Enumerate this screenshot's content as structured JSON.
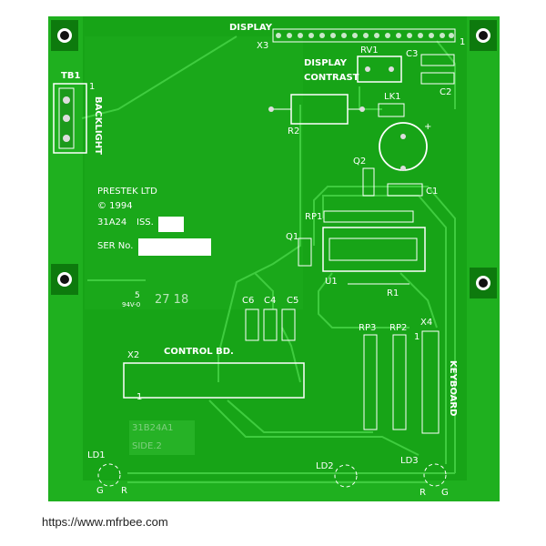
{
  "board": {
    "label_display": "DISPLAY",
    "label_x3": "X3",
    "label_pin1_top": "1",
    "label_tb1": "TB1",
    "label_pin1_tb": "1",
    "label_backlight": "BACKLIGHT",
    "label_display_contrast_1": "DISPLAY",
    "label_display_contrast_2": "CONTRAST",
    "label_rv1": "RV1",
    "label_c3": "C3",
    "label_c2": "C2",
    "label_lk1": "LK1",
    "label_r2": "R2",
    "label_plus": "+",
    "label_q2": "Q2",
    "label_c1": "C1",
    "label_prestek": "PRESTEK LTD",
    "label_copyright": "© 1994",
    "label_partno": "31A24",
    "label_iss": "ISS.",
    "label_ser": "SER No.",
    "label_rp1": "RP1",
    "label_q1": "Q1",
    "label_u1": "U1",
    "label_r1": "R1",
    "label_ul": "5",
    "label_94v": "94V-0",
    "label_date": "27 18",
    "label_c6": "C6",
    "label_c4": "C4",
    "label_c5": "C5",
    "label_rp3": "RP3",
    "label_rp2": "RP2",
    "label_x4": "X4",
    "label_pin1_x4": "1",
    "label_keyboard": "KEYBOARD",
    "label_x2": "X2",
    "label_control": "CONTROL BD.",
    "label_pin1_x2": "1",
    "label_31b24": "31B24A1",
    "label_side": "SIDE.2",
    "label_ld1": "LD1",
    "label_ld2": "LD2",
    "label_ld3": "LD3",
    "label_g_left": "G",
    "label_r_left": "R",
    "label_r_right": "R",
    "label_g_right": "G"
  },
  "watermark": "https://www.mfrbee.com",
  "colors": {
    "board": "#16a316",
    "copper": "#2bb82b",
    "trace": "#4ad04a",
    "silk": "#ffffff",
    "hole": "#111111"
  }
}
